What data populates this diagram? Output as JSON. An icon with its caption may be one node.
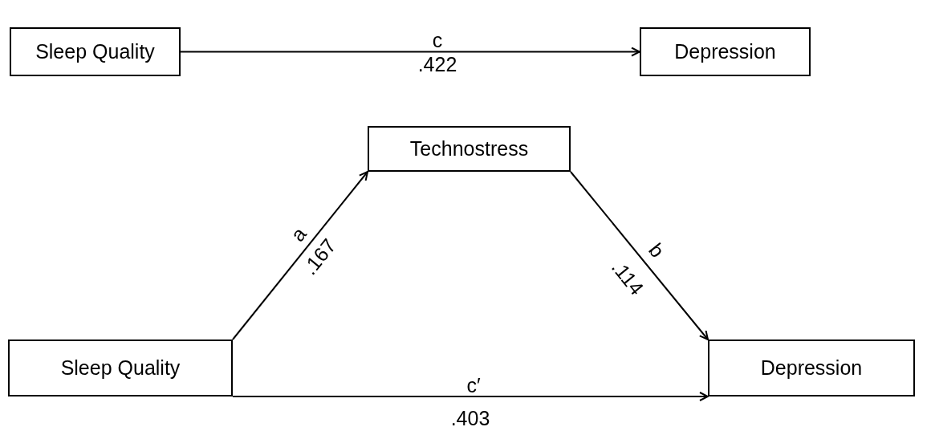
{
  "diagram": {
    "nodes": [
      {
        "text": [
          "Sleep Quality"
        ]
      },
      {
        "text": [
          "Depression"
        ]
      },
      {
        "text": [
          "Technostress"
        ]
      },
      {
        "text": [
          "Sleep Quality"
        ]
      },
      {
        "text": [
          "Depression"
        ]
      }
    ],
    "edges": [
      {
        "from": 0,
        "to": 1,
        "arrow": "to",
        "label": "c"
      },
      {
        "from": 3,
        "to": 2,
        "arrow": "to",
        "label": "a"
      },
      {
        "from": 2,
        "to": 4,
        "arrow": "to",
        "label": "b"
      },
      {
        "from": 3,
        "to": 4,
        "arrow": "to",
        "label": "c′"
      }
    ],
    "labels": [
      ".422",
      ".167",
      ".114",
      ".403"
    ]
  }
}
